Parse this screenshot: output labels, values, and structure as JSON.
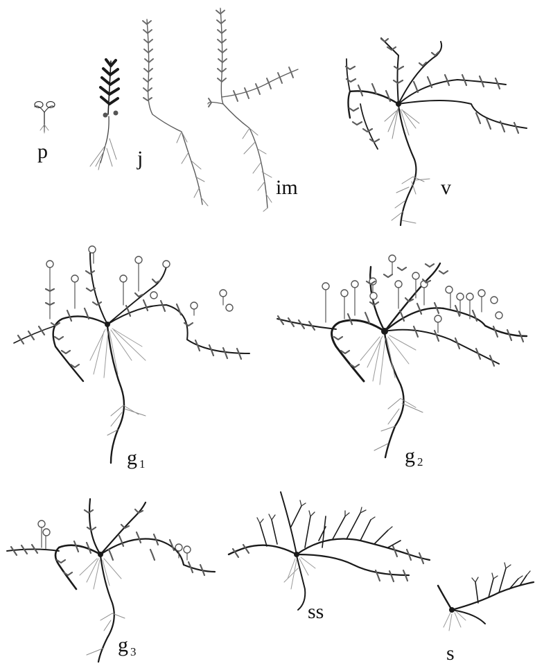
{
  "colors": {
    "stem_dark": "#1a1a1a",
    "leaf_gray": "#5c5c5c",
    "root_gray": "#8a8a8a",
    "flower_outline": "#555555",
    "background": "#ffffff"
  },
  "stages": [
    {
      "id": "p",
      "label": "p",
      "sub": ""
    },
    {
      "id": "seedling",
      "label": "",
      "sub": ""
    },
    {
      "id": "j",
      "label": "j",
      "sub": ""
    },
    {
      "id": "im",
      "label": "im",
      "sub": ""
    },
    {
      "id": "v",
      "label": "v",
      "sub": ""
    },
    {
      "id": "g1",
      "label": "g",
      "sub": "1"
    },
    {
      "id": "g2",
      "label": "g",
      "sub": "2"
    },
    {
      "id": "g3",
      "label": "g",
      "sub": "3"
    },
    {
      "id": "ss",
      "label": "ss",
      "sub": ""
    },
    {
      "id": "s",
      "label": "s",
      "sub": ""
    }
  ]
}
